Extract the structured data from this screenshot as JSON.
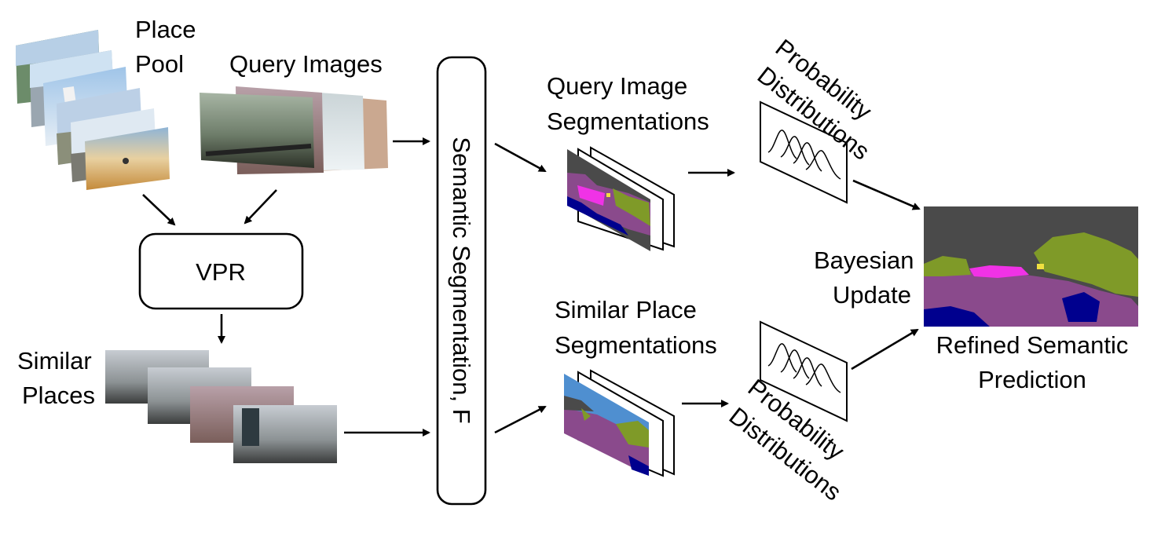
{
  "labels": {
    "place_pool": [
      "Place",
      "Pool"
    ],
    "query_images": "Query Images",
    "vpr": "VPR",
    "similar_places": [
      "Similar",
      "Places"
    ],
    "semantic_segmentation": "Semantic Segmentation, F",
    "query_segmentations": [
      "Query Image",
      "Segmentations"
    ],
    "similar_segmentations": [
      "Similar Place",
      "Segmentations"
    ],
    "prob_top": [
      "Probability",
      "Distributions"
    ],
    "prob_bottom": [
      "Probability",
      "Distributions"
    ],
    "bayesian_update": [
      "Bayesian",
      "Update"
    ],
    "refined_prediction": [
      "Refined Semantic",
      "Prediction"
    ]
  },
  "colors": {
    "seg_road": "#8a4a8c",
    "seg_vegetation": "#7f9a28",
    "seg_building": "#4a4a4a",
    "seg_car": "#00008e",
    "seg_sign": "#f032e6",
    "seg_sky": "#4f8fd0",
    "seg_light": "#f0e040"
  }
}
